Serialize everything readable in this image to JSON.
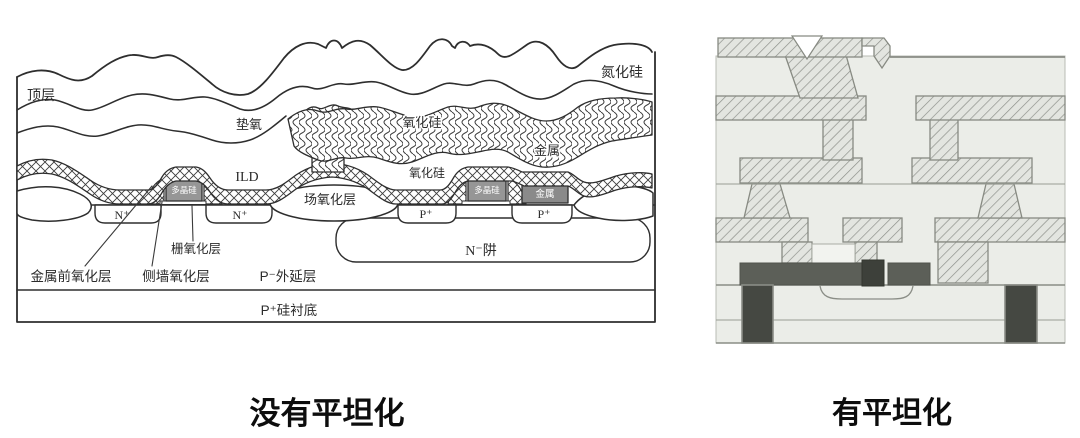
{
  "figure": {
    "left": {
      "caption": "没有平坦化",
      "labels": {
        "top": "顶层",
        "nitride": "氮化硅",
        "pad_oxide": "垫氧",
        "oxide_a": "氧化硅",
        "metal_a": "金属",
        "ild": "ILD",
        "oxide_b": "氧化硅",
        "field_oxide": "场氧化层",
        "poly_a": "多晶硅",
        "poly_b": "多晶硅",
        "metal_b": "金属",
        "n1": "N⁺",
        "n2": "N⁺",
        "p1": "P⁺",
        "p2": "P⁺",
        "nwell": "N⁻阱",
        "gate_oxide": "栅氧化层",
        "pre_metal_oxide": "金属前氧化层",
        "sidewall_oxide": "侧墙氧化层",
        "epi": "P⁻外延层",
        "substrate": "P⁺硅衬底"
      }
    },
    "right": {
      "caption": "有平坦化"
    },
    "colors": {
      "left_line": "#2e2e2e",
      "poly_gray": "#969696",
      "right_dielectric": "#ebede8",
      "right_metal_hatch": "#e3e5e0",
      "right_dark_silicide": "#5c5f58",
      "right_trench_dark": "#454842",
      "right_outline": "#8a8d86"
    }
  }
}
